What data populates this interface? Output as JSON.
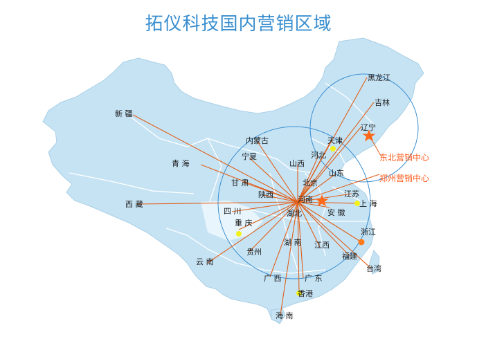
{
  "title": "拓仪科技国内营销区域",
  "colors": {
    "map_fill": "#c6e3f4",
    "map_stroke": "#ffffff",
    "ray": "#e0601a",
    "circle": "#3a8fd0",
    "star": "#ff6a1a",
    "city_dot": "#f2f21a",
    "center_text": "#ff5a1a",
    "title": "#3a8fd0"
  },
  "centers": [
    {
      "id": "northeast",
      "label": "东北营销中心"
    },
    {
      "id": "zhengzhou",
      "label": "郑州营销中心"
    }
  ],
  "provinces": [
    "黑龙江",
    "吉林",
    "辽宁",
    "天津",
    "内蒙古",
    "河北",
    "宁夏",
    "山西",
    "新 疆",
    "青 海",
    "北京",
    "山东",
    "甘 肃",
    "陕西",
    "江苏",
    "河南",
    "西 藏",
    "四 川",
    "上 海",
    "安 徽",
    "湖北",
    "重 庆",
    "浙江",
    "湖 南",
    "江西",
    "贵州",
    "福建",
    "云 南",
    "台湾",
    "广 西",
    "广 东",
    "香港",
    "海 南"
  ]
}
